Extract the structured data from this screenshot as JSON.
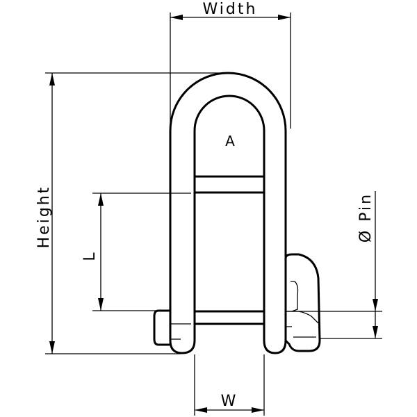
{
  "labels": {
    "width": "Width",
    "height": "Height",
    "length": "L",
    "pin": "Ø Pin",
    "inner_width": "W",
    "area": "A"
  }
}
